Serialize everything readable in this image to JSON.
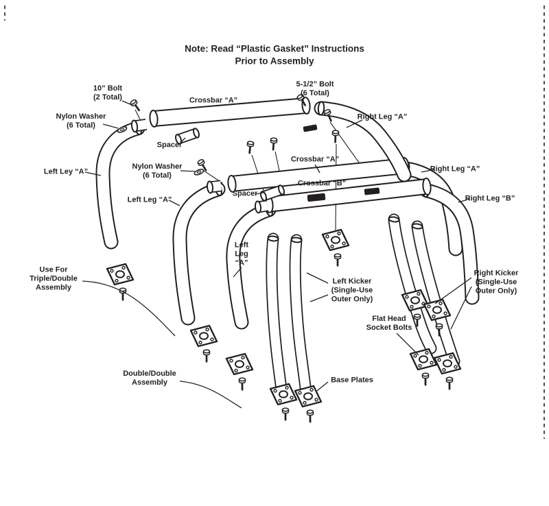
{
  "colors": {
    "ink": "#231f20",
    "paper": "#ffffff"
  },
  "note": "Note: Read “Plastic Gasket” Instructions\nPrior to Assembly",
  "labels": {
    "bolt10": "10” Bolt\n(2 Total)",
    "crossbarA1": "Crossbar “A”",
    "bolt512": "5-1/2” Bolt\n(6 Total)",
    "nylonWasher1": "Nylon Washer\n(6 Total)",
    "rightLegA1": "Right Leg “A”",
    "spacer1": "Spacer",
    "crossbarA2": "Crossbar “A”",
    "leftLeyA": "Left Ley “A”",
    "nylonWasher2": "Nylon Washer\n(6 Total)",
    "rightLegA2": "Right Leg “A”",
    "crossbarB": "Crossbar “B”",
    "spacer2": "Spacer",
    "rightLegB": "Right Leg “B”",
    "leftLegA2": "Left Leg “A”",
    "leftLegA3": "Left\nLeg\n“A”",
    "useFor": "Use For\nTriple/Double\nAssembly",
    "leftKicker": "Left Kicker\n(Single-Use\nOuter Only)",
    "rightKicker": "Right Kicker\n(Single-Use\nOuter Only)",
    "flatHead": "Flat Head\nSocket Bolts",
    "doubleDouble": "Double/Double\nAssembly",
    "basePlates": "Base Plates"
  }
}
